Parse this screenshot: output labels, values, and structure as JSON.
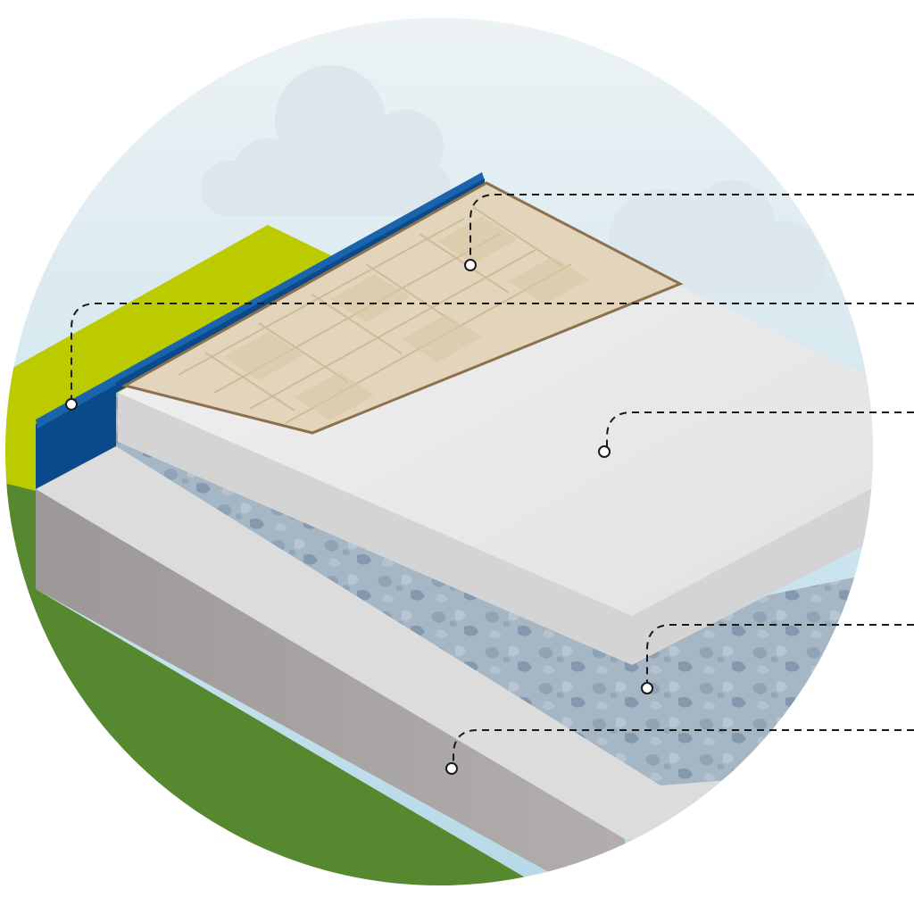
{
  "diagram": {
    "layers": [
      {
        "id": "parquet",
        "kind": "herringbone wood floor"
      },
      {
        "id": "edge-insulation",
        "kind": "blue perimeter strip"
      },
      {
        "id": "screed",
        "kind": "white screed slab"
      },
      {
        "id": "insulation",
        "kind": "blue-grey granular fill"
      },
      {
        "id": "base-slab",
        "kind": "grey concrete slab"
      }
    ],
    "callout_count": 5
  },
  "colors": {
    "sky_top": "#e9f0f3",
    "sky_bottom": "#b9dbe8",
    "cloud": "#dde8ec",
    "lime_wall": "#bccb00",
    "grass": "#55882f",
    "edge_blue": "#0b4a8a",
    "edge_blue_top": "#1a63ad",
    "wood_light": "#e8dcc5",
    "wood_mid": "#d4c2a3",
    "wood_edge": "#8b7150",
    "screed_top": "#ebebeb",
    "screed_side": "#d8d8d8",
    "fill_blue": "#9fb1c1",
    "slab_top": "#dedede",
    "slab_side": "#a8a3a3",
    "leader": "#1a1a1a"
  }
}
